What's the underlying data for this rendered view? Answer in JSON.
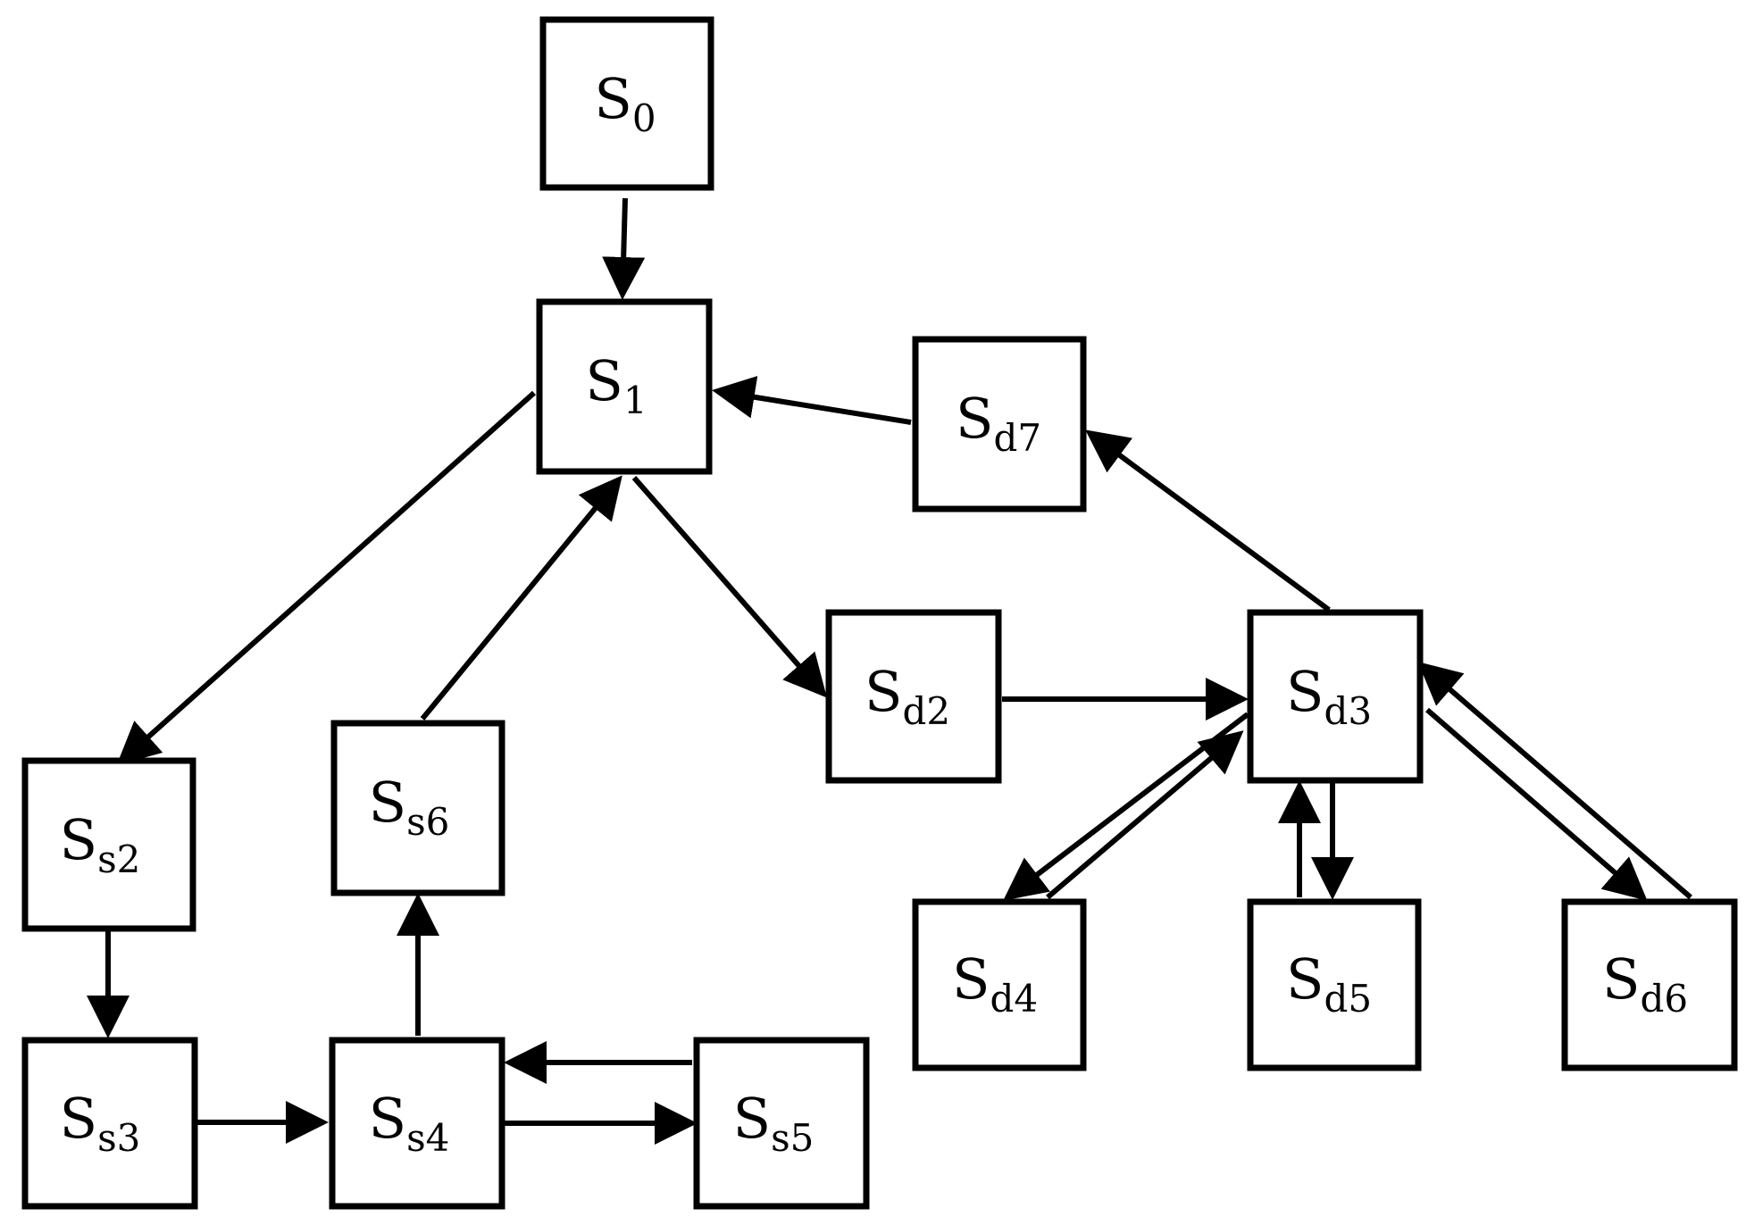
{
  "colors": {
    "line": "#000000",
    "box_fill": "#ffffff",
    "background": "#ffffff"
  },
  "nodes": {
    "s0": {
      "main": "S",
      "sub": "0"
    },
    "s1": {
      "main": "S",
      "sub": "1"
    },
    "sd7": {
      "main": "S",
      "sub": "d7"
    },
    "ss2": {
      "main": "S",
      "sub": "s2"
    },
    "ss6": {
      "main": "S",
      "sub": "s6"
    },
    "sd2": {
      "main": "S",
      "sub": "d2"
    },
    "sd3": {
      "main": "S",
      "sub": "d3"
    },
    "ss3": {
      "main": "S",
      "sub": "s3"
    },
    "ss4": {
      "main": "S",
      "sub": "s4"
    },
    "ss5": {
      "main": "S",
      "sub": "s5"
    },
    "sd4": {
      "main": "S",
      "sub": "d4"
    },
    "sd5": {
      "main": "S",
      "sub": "d5"
    },
    "sd6": {
      "main": "S",
      "sub": "d6"
    }
  },
  "edges": [
    {
      "from": "s0",
      "to": "s1"
    },
    {
      "from": "s1",
      "to": "ss2"
    },
    {
      "from": "s1",
      "to": "sd2"
    },
    {
      "from": "sd7",
      "to": "s1"
    },
    {
      "from": "ss6",
      "to": "s1"
    },
    {
      "from": "sd2",
      "to": "sd3"
    },
    {
      "from": "sd3",
      "to": "sd7"
    },
    {
      "from": "ss2",
      "to": "ss3"
    },
    {
      "from": "ss3",
      "to": "ss4"
    },
    {
      "from": "ss4",
      "to": "ss6"
    },
    {
      "from": "ss4",
      "to": "ss5"
    },
    {
      "from": "ss5",
      "to": "ss4"
    },
    {
      "from": "sd3",
      "to": "sd4"
    },
    {
      "from": "sd4",
      "to": "sd3"
    },
    {
      "from": "sd3",
      "to": "sd5"
    },
    {
      "from": "sd5",
      "to": "sd3"
    },
    {
      "from": "sd3",
      "to": "sd6"
    },
    {
      "from": "sd6",
      "to": "sd3"
    }
  ]
}
